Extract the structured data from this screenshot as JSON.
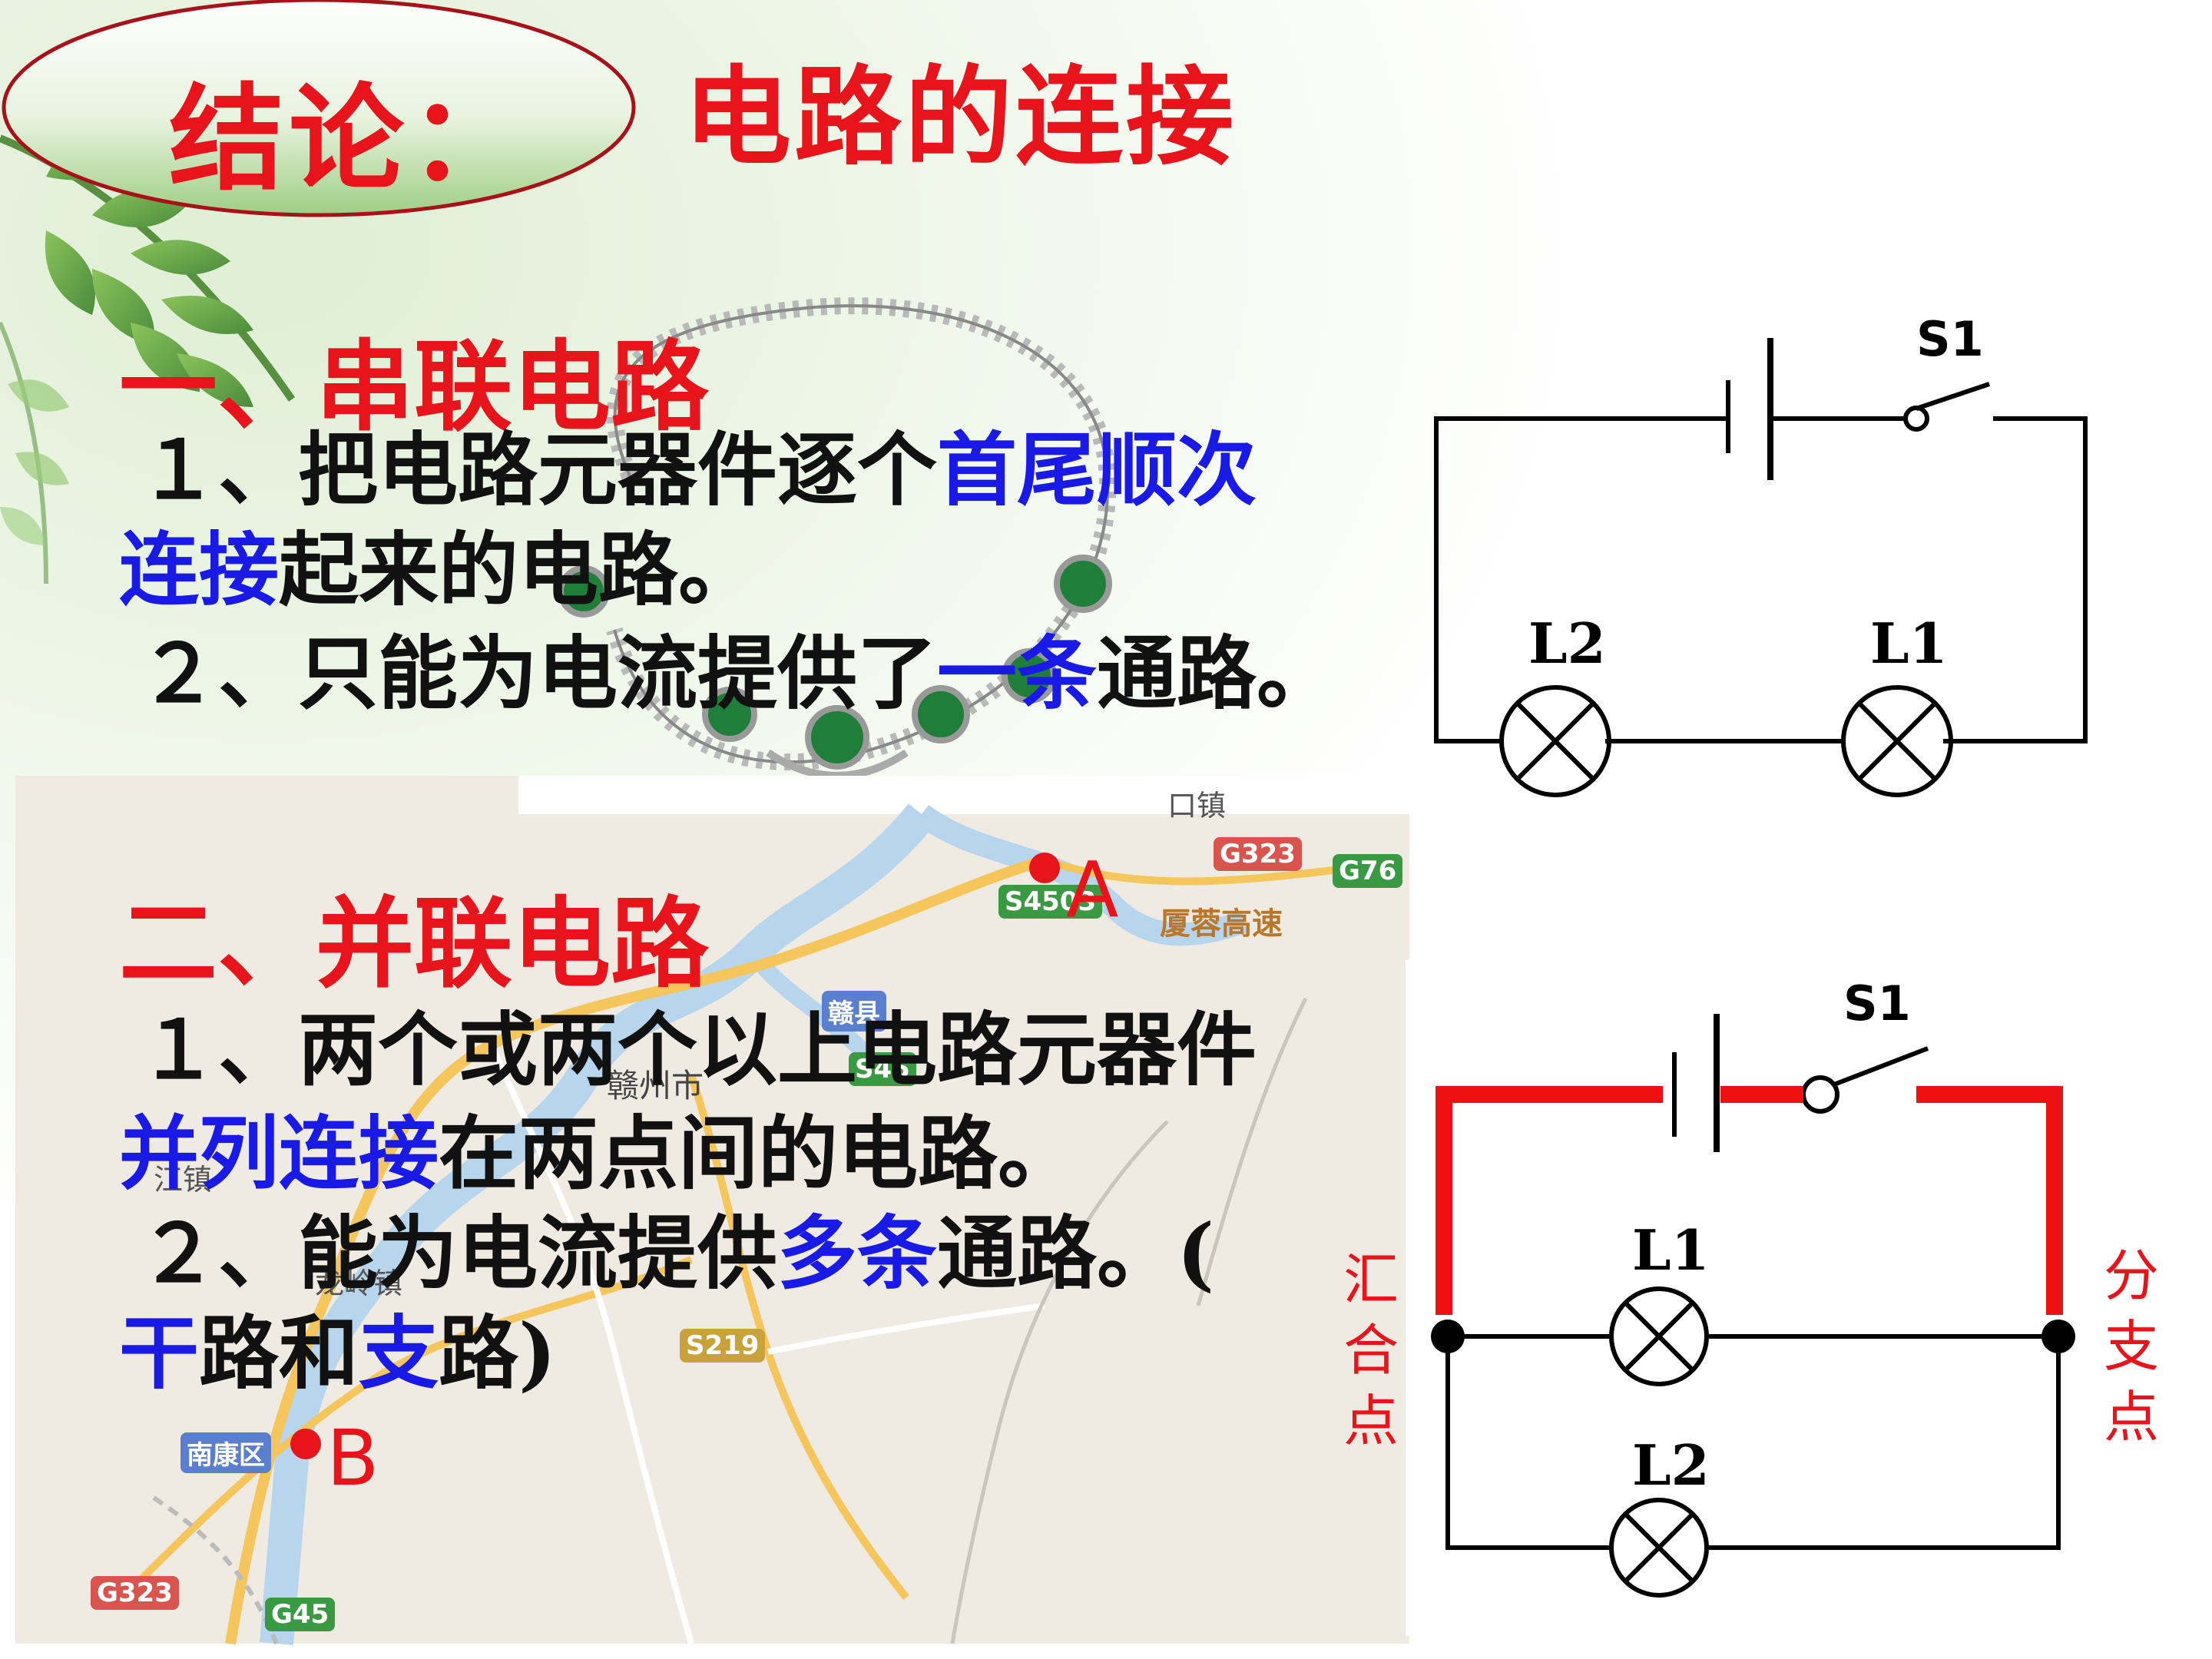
{
  "header": {
    "oval_label": "结论：",
    "title": "电路的连接"
  },
  "series_section": {
    "heading": "一、串联电路",
    "line1_pre": "１、把电路元器件逐个",
    "line1_blue": "首尾顺次",
    "line2_blue": "连接",
    "line2_post": "起来的电路。",
    "line3_pre": "２、只能为电流提供了",
    "line3_blue": "一条",
    "line3_post": "通路。"
  },
  "parallel_section": {
    "heading": "二、并联电路",
    "line1": "１、两个或两个以上电路元器件",
    "line2_blue": "并列连接",
    "line2_post": "在两点间的电路。",
    "line3_pre": "２、能为电流提供",
    "line3_blue": "多条",
    "line3_post": "通路。(",
    "line4_blue1": "干",
    "line4_mid": "路和",
    "line4_blue2": "支",
    "line4_post": "路)"
  },
  "map": {
    "point_a": "A",
    "point_b": "B",
    "labels": {
      "g323_top": "G323",
      "g76": "G76",
      "s4503": "S4503",
      "xiarong": "厦蓉高速",
      "ganxian": "赣县",
      "s45": "S45",
      "ganzhou": "赣州市",
      "s219": "S219",
      "nankang": "南康区",
      "g323_bottom": "G323",
      "g45": "G45",
      "kouzhen": "口镇",
      "longling": "龙岭镇",
      "jiang": "江镇"
    }
  },
  "series_circuit": {
    "switch": "S1",
    "lamp_left": "L2",
    "lamp_right": "L1"
  },
  "parallel_circuit": {
    "switch": "S1",
    "lamp_top": "L1",
    "lamp_bottom": "L2",
    "left_point": [
      "汇",
      "合",
      "点"
    ],
    "right_point": [
      "分",
      "支",
      "点"
    ]
  },
  "colors": {
    "accent_red": "#e8141b",
    "highlight_blue": "#1a1ae6",
    "text_dark": "#111111",
    "leaf_green": "#4f9a2e"
  }
}
